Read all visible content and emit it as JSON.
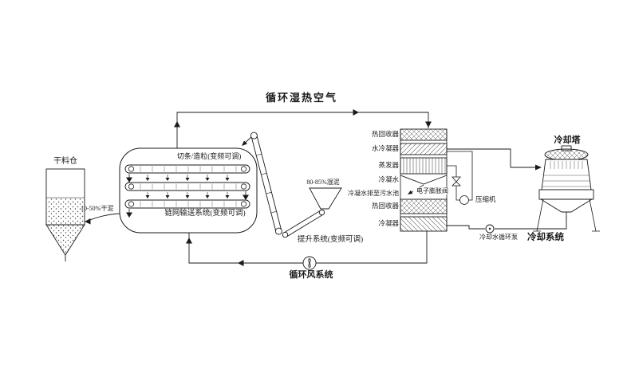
{
  "colors": {
    "ink": "#1a1a1a",
    "background": "#ffffff"
  },
  "title": {
    "circulating_air": "循环湿热空气"
  },
  "silo": {
    "label": "干料仓",
    "output_note": "10-50%干泥"
  },
  "dryer": {
    "top_label": "切条/造粒(变频可调)",
    "bottom_label": "链网输送系统(变频可调)"
  },
  "feed": {
    "wet_note": "80-85%湿泥",
    "elevator_label": "提升系统(变频可调)"
  },
  "air_loop": {
    "fan_label": "循环风系统"
  },
  "heat_pump": {
    "heat_recovery_top": "热回收器",
    "water_condenser": "水冷凝器",
    "evaporator": "蒸发器",
    "condensate": "冷凝水",
    "condensate_drain": "冷凝水排至污水池",
    "heat_recovery_bottom": "热回收器",
    "condenser": "冷凝器",
    "expansion_valve": "电子膨胀阀",
    "compressor": "压缩机"
  },
  "cooling": {
    "tower_label": "冷却塔",
    "pump_label": "冷却水循环泵",
    "system_label": "冷却系统"
  }
}
